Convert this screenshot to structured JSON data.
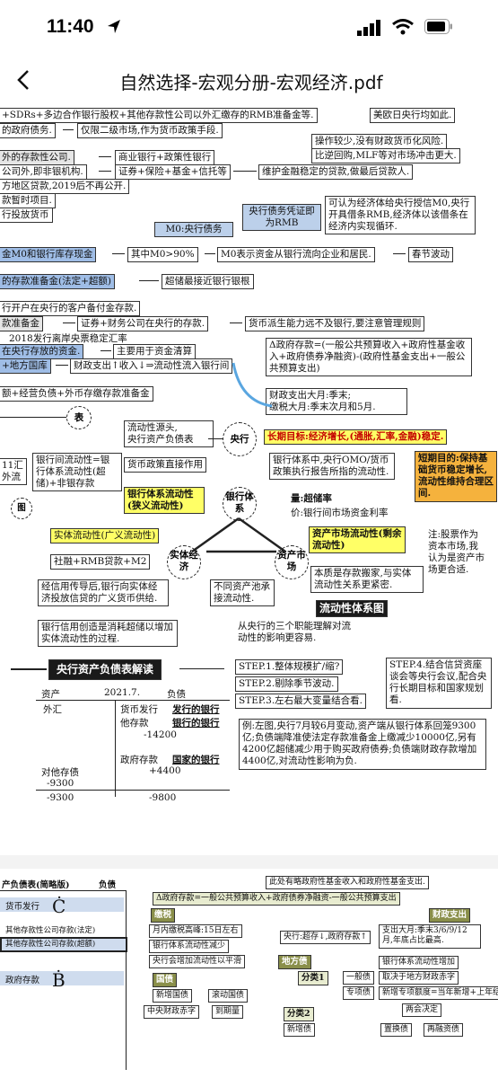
{
  "status": {
    "time": "11:40"
  },
  "nav": {
    "title": "自然选择-宏观分册-宏观经济.pdf"
  },
  "p1": {
    "r1": "+SDRs+多边合作银行股权+其他存款性公司以外汇缴存的RMB准备金等.",
    "r1b": "美欧日央行均如此.",
    "r2": "的政府债务.",
    "r2b": "仅限二级市场,作为货币政策手段.",
    "r3b": "操作较少,没有财政货币化风险.",
    "r3": "外的存款性公司.",
    "r3c": "商业银行+政策性银行",
    "r4b": "比逆回购,MLF等对市场冲击更大.",
    "r4": "公司外,即非银机构.",
    "r4c": "证券+保险+基金+信托等",
    "r4d": "维护金融稳定的贷款,做最后贷款人.",
    "r5": "方地区贷款,2019后不再公开.",
    "r6": "款暂时项目.",
    "r7": "行投放货币",
    "m0a": "央行债务凭证即为RMB",
    "m0b": "可认为经济体给央行授信M0,央行开具借条RMB,经济体以该借条在经济内实现循环.",
    "m0c": "M0:央行债务",
    "m0d": "金M0和银行库存现金",
    "m0e": "其中M0>90%",
    "m0f": "M0表示资金从银行流向企业和居民.",
    "m0g": "春节波动",
    "res1": "的存款准备金(法定+超额)",
    "res2": "超储最接近银行银根",
    "r8": "行开户在央行的客户备付金存款.",
    "r9a": "款准备金",
    "r9b": "证券+财务公司在央行的存款.",
    "r9c": "货币派生能力远不及银行,要注意管理规则",
    "r10": "2018发行离岸央票稳定汇率",
    "r11": "在央行存放的资金.",
    "r11b": "主要用于资金清算",
    "r12a": "+地方国库",
    "r12b": "财政支出↑收入↓⇒流动性流入银行间",
    "fiscal": "Δ政府存款=(一般公共预算收入+政府性基金收入+政府债券净融资)-(政府性基金支出+一般公共预算支出)",
    "r13": "额+经营负债+外币存缴存款准备金",
    "fiscal2a": "财政支出大月:季末;",
    "fiscal2b": "缴税大月:季末次月和5月.",
    "biao": "表",
    "src": "流动性源头,",
    "src2": "央行资产负债表",
    "cb": "央行",
    "goal": "长期目标:经济增长,(通胀,汇率,金融)稳定.",
    "left1a": "11汇",
    "left1b": "外流",
    "interbank": "银行间流动性=银行体系流动性(超储)+非银存款",
    "policy": "货币政策直接作用",
    "omo": "银行体系中,央行OMO/货币政策执行报告所指的流动性.",
    "short": "短期目的:保持基础货币稳定增长,流动性维持合理区间.",
    "fig": "图",
    "bankliq": "银行体系流动性(狭义流动性)",
    "bank": "银行体系",
    "qty": "量:超储率",
    "price": "价:银行间市场资金利率",
    "real": "实体流动性(广义流动性)",
    "mkt": "资产市场流动性(剩余流动性)",
    "note": "注:股票作为资本市场,我认为是资产市场更合适.",
    "soc": "社融+RMB贷款+M2",
    "realeco": "实体经济",
    "capmkt": "资产市场",
    "trans": "经信用传导后,银行向实体经济投放信贷的广义货币供给.",
    "pool": "不同资产池承接流动性.",
    "nature": "本质是存款搬家,与实体流动性关系更紧密.",
    "sys": "流动性体系图",
    "credit": "银行信用创造是消耗超储以增加实体流动性的过程.",
    "three": "从央行的三个职能理解对流动性的影响更容易.",
    "bs": "央行资产负债表解读",
    "s1": "STEP.1.整体规模扩/缩?",
    "s2": "STEP.2.剔除季节波动.",
    "s3": "STEP.3.左右最大变量结合看.",
    "s4": "STEP.4.结合信贷资座谈会等央行会议,配合央行长期目标和国家规划看.",
    "tA": "资产",
    "tDate": "2021.7.",
    "tL": "负债",
    "fx": "外汇",
    "issue1": "货币发行",
    "issue2": "发行的银行",
    "oth1": "他存款",
    "oth2": "银行的银行",
    "v1": "-14200",
    "gov": "政府存款",
    "gov2": "国家的银行",
    "v2": "+4400",
    "claims": "对他存债",
    "v3": "-9300",
    "v4": "-9300",
    "v5": "-9800",
    "ex": "例:左图,央行7月较6月变动,资产端从银行体系回笼9300亿;负债端降准使法定存款准备金上缴减少10000亿,另有4200亿超储减少用于购买政府债券;负债端财政存款增加4400亿,对流动性影响为负."
  },
  "p2": {
    "h1": "产负债表(简略版)",
    "h2": "负债",
    "a1": "货币发行",
    "a2": "其他存款性公司存款(法定)",
    "a3": "其他存款性公司存款(超额)",
    "a4": "政府存款",
    "c": "Ċ",
    "b": "Ḃ",
    "f1": "Δ政府存款=一般公共预算收入+政府债券净融资-一般公共预算支出",
    "f2": "此处有略政府性基金收入和政府性基金支出.",
    "tax": "缴税",
    "fs": "财政支出",
    "t1": "月内缴税高峰:15日左右",
    "t2": "银行体系流动性减少",
    "t3": "央行会增加流动性以平滑",
    "fs1": "央行:超存↓,政府存款↑",
    "fs2": "支出大月:季末3/6/9/12月,年底占比最高.",
    "fs3": "银行体系流动性增加",
    "ld": "地方债",
    "gz": "国债",
    "cls1": "分类1",
    "g1": "一般债",
    "g1b": "取决于地方财政赤字",
    "g2": "专项债",
    "g2b": "新增专项额度=当年新增+上年结余",
    "cls2": "分类2",
    "nz1": "新增国债",
    "nz2": "滚动国债",
    "cz": "中央财政赤字",
    "dq": "到期量",
    "lh": "两会决定",
    "xz": "新增债",
    "zh": "置换债",
    "zr": "再融资债"
  }
}
